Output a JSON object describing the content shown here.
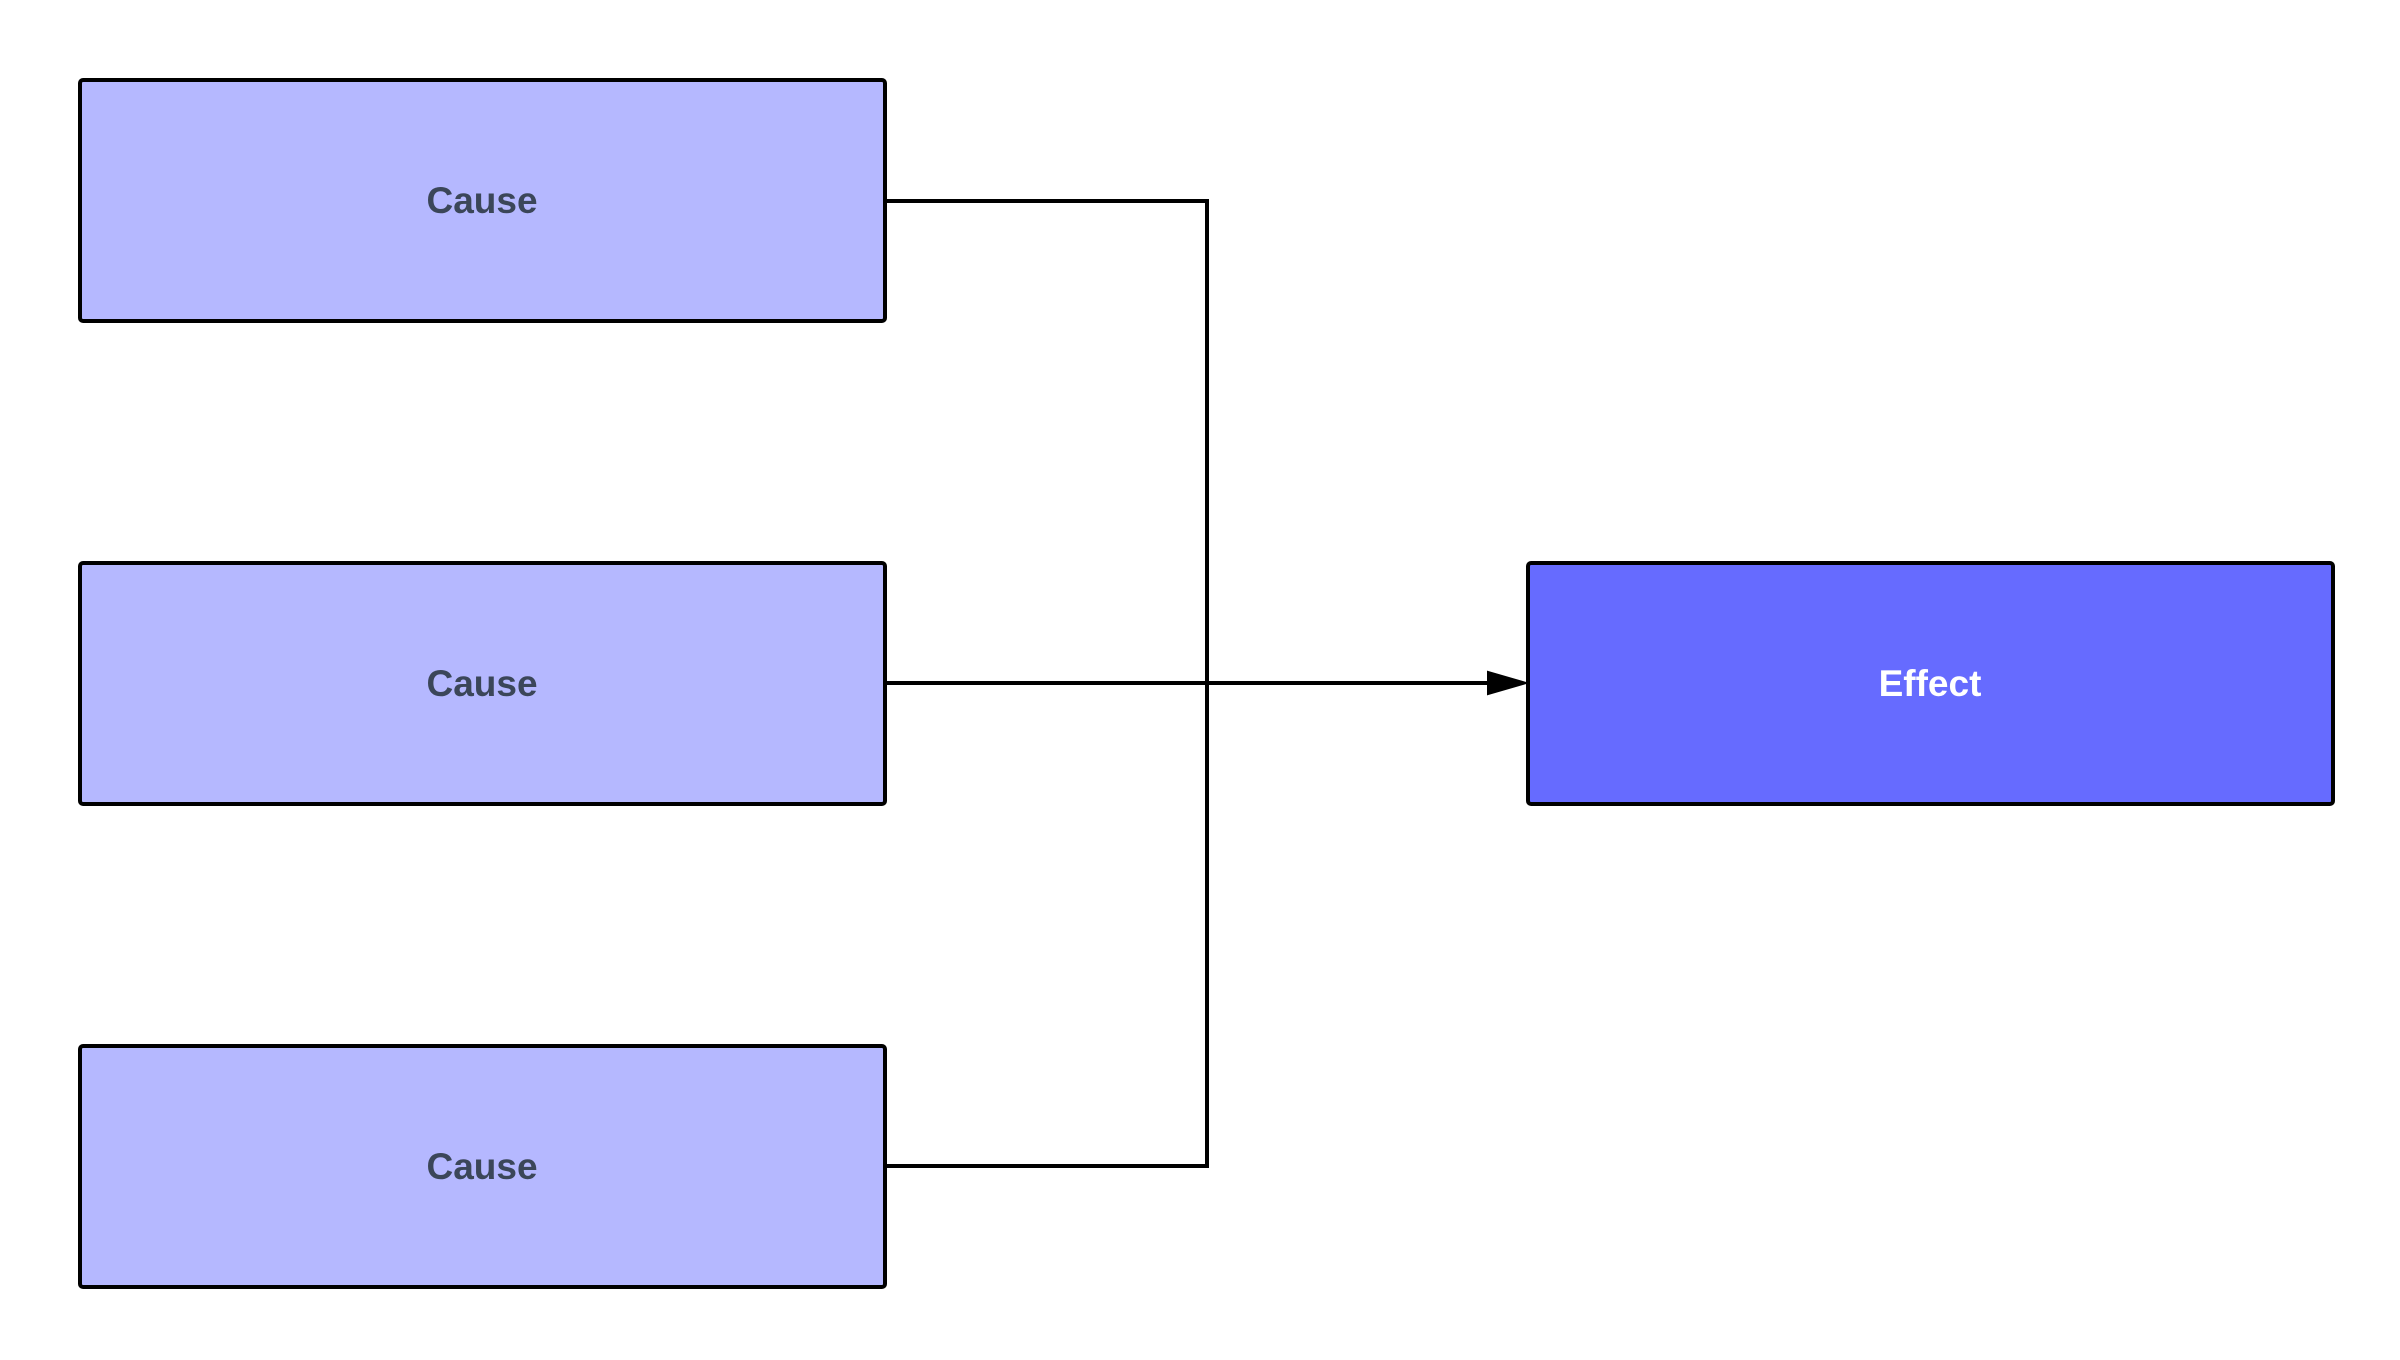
{
  "diagram": {
    "causes": [
      {
        "label": "Cause"
      },
      {
        "label": "Cause"
      },
      {
        "label": "Cause"
      }
    ],
    "effect": {
      "label": "Effect"
    }
  },
  "colors": {
    "cause_fill": "#b5b8ff",
    "cause_text": "#3b4659",
    "effect_fill": "#666bff",
    "effect_text": "#ffffff",
    "stroke": "#000000",
    "background": "#ffffff"
  }
}
